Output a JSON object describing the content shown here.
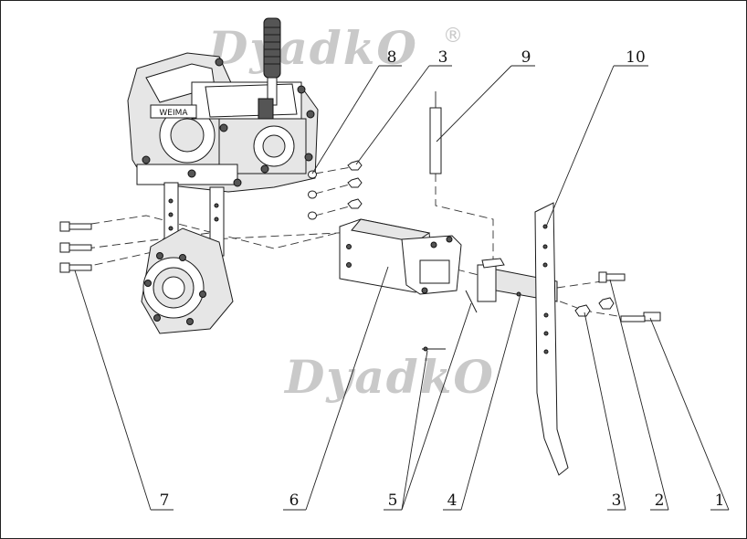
{
  "watermark": {
    "text": "DyadkO",
    "mark": "®"
  },
  "engine_label": "WEIMA",
  "callouts": [
    {
      "id": "c10",
      "text": "10"
    },
    {
      "id": "c9",
      "text": "9"
    },
    {
      "id": "c3top",
      "text": "3"
    },
    {
      "id": "c8",
      "text": "8"
    },
    {
      "id": "c7",
      "text": "7"
    },
    {
      "id": "c6",
      "text": "6"
    },
    {
      "id": "c5",
      "text": "5"
    },
    {
      "id": "c4",
      "text": "4"
    },
    {
      "id": "c3bot",
      "text": "3"
    },
    {
      "id": "c2",
      "text": "2"
    },
    {
      "id": "c1",
      "text": "1"
    }
  ]
}
